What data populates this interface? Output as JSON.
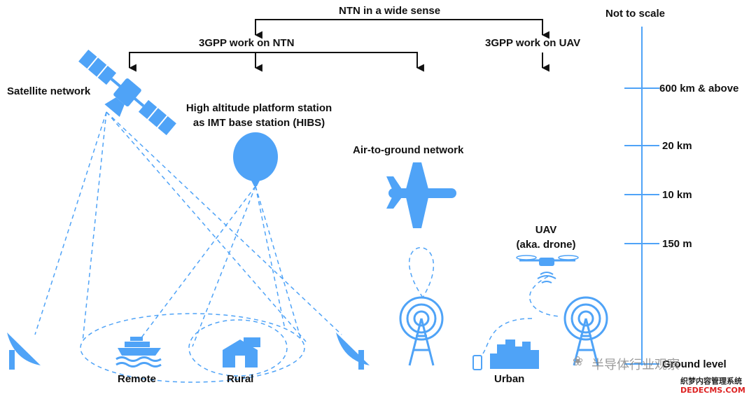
{
  "header": {
    "ntn_wide": "NTN in a wide sense",
    "gpp_ntn": "3GPP work on NTN",
    "gpp_uav": "3GPP work on UAV"
  },
  "scale": {
    "title": "Not to scale",
    "ticks": [
      "600 km & above",
      "20 km",
      "10 km",
      "150 m",
      "Ground level"
    ]
  },
  "nodes": {
    "satellite": "Satellite network",
    "hibs_line1": "High altitude platform station",
    "hibs_line2": "as IMT base station (HIBS)",
    "a2g": "Air-to-ground network",
    "uav_line1": "UAV",
    "uav_line2": "(aka. drone)"
  },
  "areas": {
    "remote": "Remote",
    "rural": "Rural",
    "urban": "Urban"
  },
  "watermark": {
    "cn_title": "半导体行业观察",
    "cn_sub": "织梦内容管理系统",
    "site": "DEDECMS.COM"
  },
  "colors": {
    "accent": "#4fa3f7",
    "text": "#111111"
  }
}
